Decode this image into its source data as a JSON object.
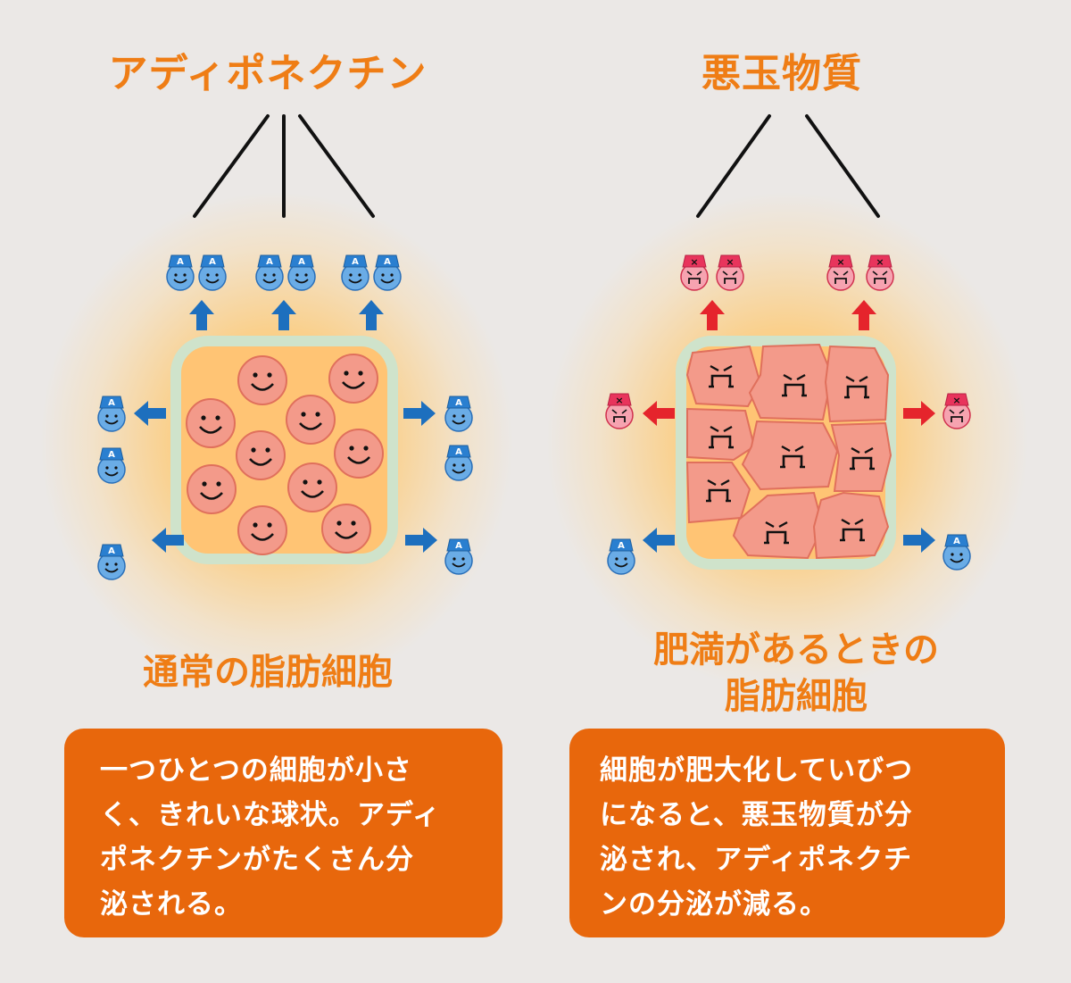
{
  "left": {
    "title": "アディポネクチン",
    "caption": "通常の脂肪細胞",
    "description": "一つひとつの細胞が小さく、きれいな球状。アディポネクチンがたくさん分泌される。",
    "description_lines": [
      "一つひとつの細胞が小さ",
      "く、きれいな球状。アディ",
      "ポネクチンがたくさん分",
      "泌される。"
    ],
    "badge": "A",
    "colors": {
      "face": "#6aace6",
      "cap": "#2a7fd0",
      "arrow": "#1d6fbe",
      "cell": "#f39a8a"
    }
  },
  "right": {
    "title": "悪玉物質",
    "caption_lines": [
      "肥満があるときの",
      "脂肪細胞"
    ],
    "description": "細胞が肥大化していびつになると、悪玉物質が分泌され、アディポネクチンの分泌が減る。",
    "description_lines": [
      "細胞が肥大化していびつ",
      "になると、悪玉物質が分",
      "泌され、アディポネクチ",
      "ンの分泌が減る。"
    ],
    "badge_bad": "×",
    "badge_good": "A",
    "colors": {
      "face": "#f6a3b0",
      "cap": "#e8345c",
      "arrow": "#e5242c",
      "cell": "#f39a8a"
    }
  },
  "colors": {
    "accent": "#ef7d15",
    "box": "#e8670c",
    "membrane": "#cfe3cb",
    "background": "#ebe8e6"
  }
}
